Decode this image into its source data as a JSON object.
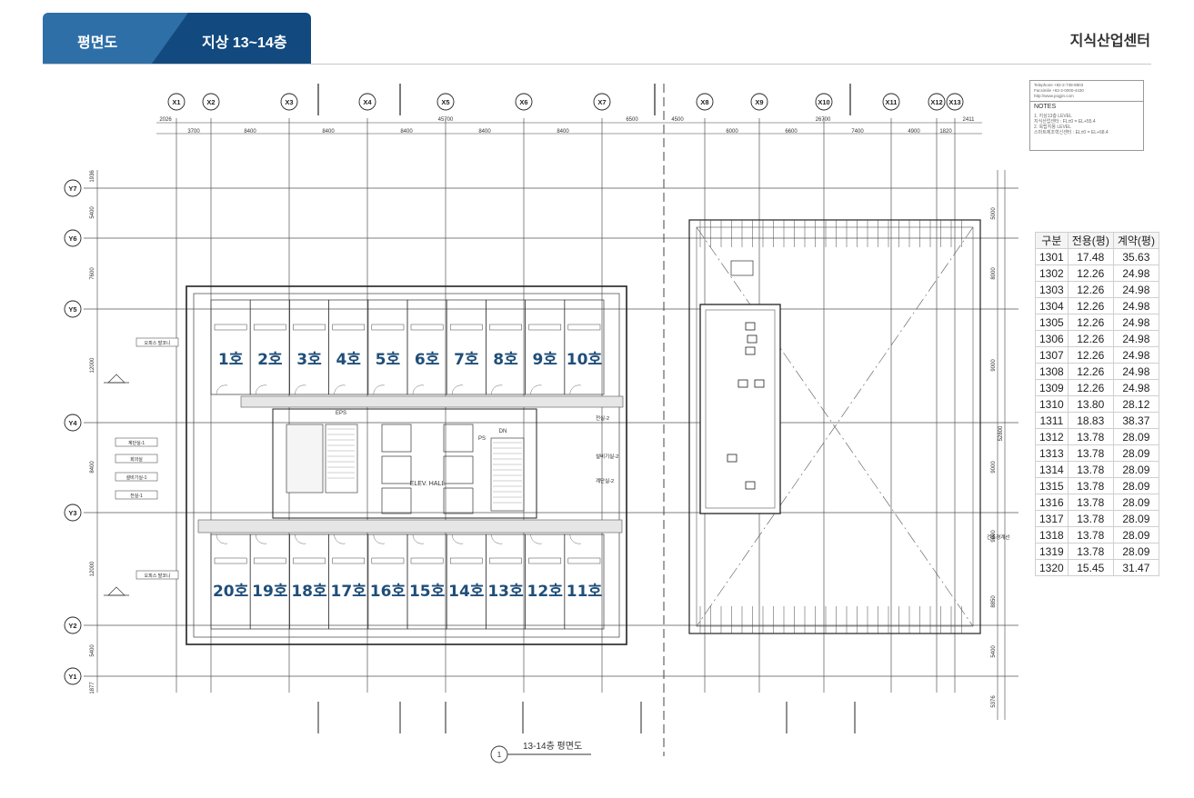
{
  "header": {
    "tab_plan": "평면도",
    "tab_floor": "지상 13~14층",
    "brand": "지식산업센터"
  },
  "plan": {
    "title": "13-14층 평면도",
    "title_number": "1",
    "grid_x": [
      "X1",
      "X2",
      "X3",
      "X4",
      "X5",
      "X6",
      "X7",
      "X8",
      "X9",
      "X10",
      "X11",
      "X12",
      "X13"
    ],
    "grid_y": [
      "Y7",
      "Y6",
      "Y5",
      "Y4",
      "Y3",
      "Y2",
      "Y1"
    ],
    "dims_top_overall": [
      "2026",
      "45700",
      "6500",
      "4500",
      "26700",
      "2411"
    ],
    "dims_top_segments": [
      "3700",
      "8400",
      "8400",
      "8400",
      "8400",
      "8400",
      "6000",
      "6600",
      "7400",
      "4900",
      "1820"
    ],
    "dims_left": [
      "1936",
      "5400",
      "7600",
      "12000",
      "8400",
      "12000",
      "5400",
      "1877"
    ],
    "dims_right": [
      "5000",
      "8000",
      "9000",
      "9000",
      "9000",
      "8850",
      "5400",
      "5376"
    ],
    "dims_right_overall": "52800",
    "units_top": [
      "1호",
      "2호",
      "3호",
      "4호",
      "5호",
      "6호",
      "7호",
      "8호",
      "9호",
      "10호"
    ],
    "units_bottom": [
      "20호",
      "19호",
      "18호",
      "17호",
      "16호",
      "15호",
      "14호",
      "13호",
      "12호",
      "11호"
    ],
    "core_labels": {
      "elev_hall": "ELEV. HALL",
      "eps": "EPS",
      "dn": "DN",
      "ps": "PS"
    },
    "side_tags_left": [
      "오피스 발코니",
      "계단실-1",
      "회의실",
      "설비기실-1",
      "전실-1",
      "오피스 발코니"
    ],
    "side_tags_right": [
      "전실-2",
      "설비기실-2",
      "계단실-2",
      "건축경계선"
    ]
  },
  "notes": {
    "contact": [
      "Telephone +82-2-738-8803",
      "Facsimile +82-2-0000-4430",
      "http://www.pogjin.com"
    ],
    "title": "NOTES",
    "items": [
      "1. 지상13층 LEVEL",
      "지식산업센터 : FL±0 = EL+55.4",
      "2. 옥탑지붕 LEVEL",
      "스마트제조혁신센터 : EL±0 = EL+68.4"
    ]
  },
  "area_table": {
    "headers": [
      "구분",
      "전용(평)",
      "계약(평)"
    ],
    "rows": [
      [
        "1301",
        "17.48",
        "35.63"
      ],
      [
        "1302",
        "12.26",
        "24.98"
      ],
      [
        "1303",
        "12.26",
        "24.98"
      ],
      [
        "1304",
        "12.26",
        "24.98"
      ],
      [
        "1305",
        "12.26",
        "24.98"
      ],
      [
        "1306",
        "12.26",
        "24.98"
      ],
      [
        "1307",
        "12.26",
        "24.98"
      ],
      [
        "1308",
        "12.26",
        "24.98"
      ],
      [
        "1309",
        "12.26",
        "24.98"
      ],
      [
        "1310",
        "13.80",
        "28.12"
      ],
      [
        "1311",
        "18.83",
        "38.37"
      ],
      [
        "1312",
        "13.78",
        "28.09"
      ],
      [
        "1313",
        "13.78",
        "28.09"
      ],
      [
        "1314",
        "13.78",
        "28.09"
      ],
      [
        "1315",
        "13.78",
        "28.09"
      ],
      [
        "1316",
        "13.78",
        "28.09"
      ],
      [
        "1317",
        "13.78",
        "28.09"
      ],
      [
        "1318",
        "13.78",
        "28.09"
      ],
      [
        "1319",
        "13.78",
        "28.09"
      ],
      [
        "1320",
        "15.45",
        "31.47"
      ]
    ]
  }
}
